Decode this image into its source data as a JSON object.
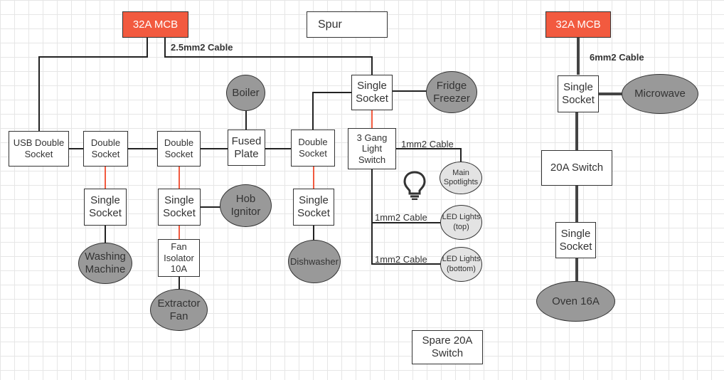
{
  "mcb_left": "32A MCB",
  "mcb_right": "32A MCB",
  "legend": {
    "label": "Spur",
    "color": "#f25a3f"
  },
  "cables": {
    "main_left": "2.5mm2 Cable",
    "main_right": "6mm2 Cable",
    "spotlights": "1mm2 Cable",
    "led_top": "1mm2 Cable",
    "led_bottom": "1mm2 Cable"
  },
  "boxes": {
    "usb_double": "USB Double Socket",
    "double_1": "Double Socket",
    "double_2": "Double Socket",
    "fused_plate": "Fused Plate",
    "double_3": "Double Socket",
    "single_top": "Single Socket",
    "light_switch": "3 Gang Light Switch",
    "single_wm": "Single Socket",
    "single_hob": "Single Socket",
    "fan_isolator": "Fan Isolator 10A",
    "single_dw": "Single Socket",
    "spare_switch": "Spare 20A Switch",
    "single_mw": "Single Socket",
    "switch_20a": "20A Switch",
    "single_oven": "Single Socket"
  },
  "appliances": {
    "boiler": "Boiler",
    "fridge": "Fridge Freezer",
    "washing": "Washing Machine",
    "hob": "Hob Ignitor",
    "extractor": "Extractor Fan",
    "dishwasher": "Dishwasher",
    "spotlights": "Main Spotlights",
    "led_top": "LED Lights (top)",
    "led_bottom": "LED Lights (bottom)",
    "microwave": "Microwave",
    "oven": "Oven 16A"
  },
  "icons": {
    "bulb": "lightbulb-icon"
  },
  "colors": {
    "mcb": "#f25a3f",
    "spur": "#f25a3f",
    "appliance": "#999999",
    "lighting": "#e3e3e3"
  }
}
